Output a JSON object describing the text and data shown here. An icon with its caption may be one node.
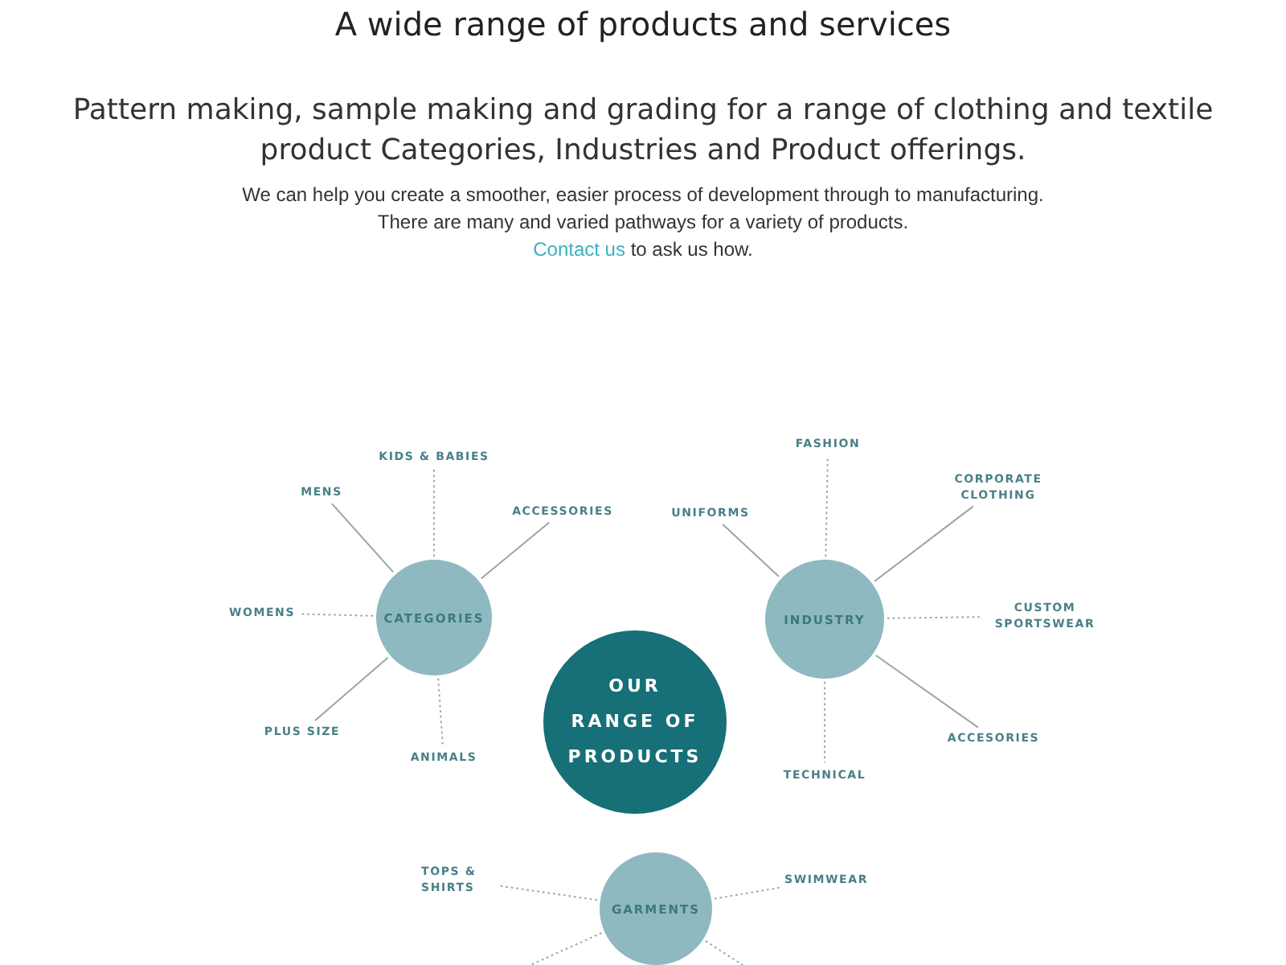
{
  "diagram": {
    "title": "A wide range of products and services",
    "nodes": [
      {
        "text": [
          "OUR RANGE OF PRODUCTS"
        ]
      },
      {
        "text": [
          "CATEGORIES"
        ]
      },
      {
        "text": [
          "KIDS & BABIES"
        ]
      },
      {
        "text": [
          "MENS"
        ]
      },
      {
        "text": [
          "ACCESSORIES"
        ]
      },
      {
        "text": [
          "WOMENS"
        ]
      },
      {
        "text": [
          "PLUS SIZE"
        ]
      },
      {
        "text": [
          "ANIMALS"
        ]
      },
      {
        "text": [
          "INDUSTRY"
        ]
      },
      {
        "text": [
          "FASHION"
        ]
      },
      {
        "text": [
          "UNIFORMS"
        ]
      },
      {
        "text": [
          "CORPORATE CLOTHING"
        ]
      },
      {
        "text": [
          "CUSTOM SPORTSWEAR"
        ]
      },
      {
        "text": [
          "ACCESORIES"
        ]
      },
      {
        "text": [
          "TECHNICAL"
        ]
      },
      {
        "text": [
          "GARMENTS"
        ]
      },
      {
        "text": [
          "TOPS & SHIRTS"
        ]
      },
      {
        "text": [
          "SWIMWEAR"
        ]
      }
    ],
    "edges": [
      {
        "from": 1,
        "to": 2,
        "arrow": "none",
        "style": "dashed"
      },
      {
        "from": 1,
        "to": 3,
        "arrow": "none"
      },
      {
        "from": 1,
        "to": 4,
        "arrow": "none"
      },
      {
        "from": 1,
        "to": 5,
        "arrow": "none",
        "style": "dashed"
      },
      {
        "from": 1,
        "to": 6,
        "arrow": "none"
      },
      {
        "from": 1,
        "to": 7,
        "arrow": "none",
        "style": "dashed"
      },
      {
        "from": 8,
        "to": 9,
        "arrow": "none",
        "style": "dashed"
      },
      {
        "from": 8,
        "to": 10,
        "arrow": "none"
      },
      {
        "from": 8,
        "to": 11,
        "arrow": "none"
      },
      {
        "from": 8,
        "to": 12,
        "arrow": "none",
        "style": "dashed"
      },
      {
        "from": 8,
        "to": 13,
        "arrow": "none"
      },
      {
        "from": 8,
        "to": 14,
        "arrow": "none",
        "style": "dashed"
      },
      {
        "from": 15,
        "to": 16,
        "arrow": "none",
        "style": "dashed"
      },
      {
        "from": 15,
        "to": 17,
        "arrow": "none",
        "style": "dashed"
      },
      {
        "from": 15,
        "to": null,
        "arrow": "none",
        "style": "dashed"
      },
      {
        "from": 15,
        "to": null,
        "arrow": "none",
        "style": "dashed"
      }
    ],
    "labels": [
      "Pattern making, sample making and grading for a range of clothing and textile product Categories, Industries and Product offerings.",
      "We can help you create a smoother, easier process of development through to manufacturing.",
      "There are many and varied pathways for a variety of products.",
      "Contact us",
      "to ask us how."
    ]
  }
}
